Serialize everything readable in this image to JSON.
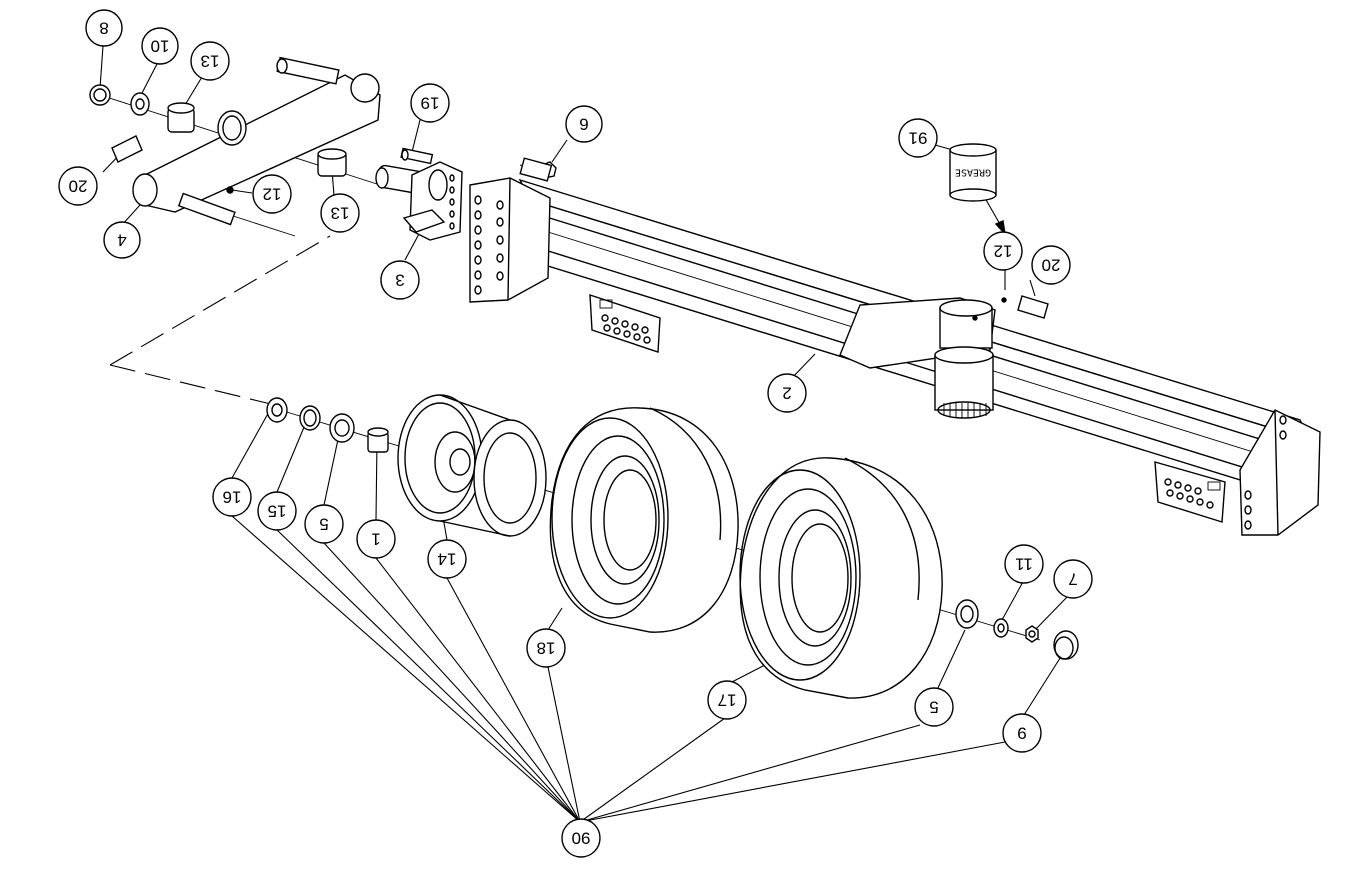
{
  "drawing": {
    "callouts": [
      {
        "id": "b-8",
        "label": "8"
      },
      {
        "id": "b-10",
        "label": "10"
      },
      {
        "id": "b-13a",
        "label": "13"
      },
      {
        "id": "b-20a",
        "label": "20"
      },
      {
        "id": "b-12a",
        "label": "12"
      },
      {
        "id": "b-13b",
        "label": "13"
      },
      {
        "id": "b-4",
        "label": "4"
      },
      {
        "id": "b-19",
        "label": "19"
      },
      {
        "id": "b-3",
        "label": "3"
      },
      {
        "id": "b-6",
        "label": "6"
      },
      {
        "id": "b-91",
        "label": "91"
      },
      {
        "id": "b-12b",
        "label": "12"
      },
      {
        "id": "b-20b",
        "label": "20"
      },
      {
        "id": "b-2",
        "label": "2"
      },
      {
        "id": "b-16",
        "label": "16"
      },
      {
        "id": "b-15",
        "label": "15"
      },
      {
        "id": "b-5a",
        "label": "5"
      },
      {
        "id": "b-1",
        "label": "1"
      },
      {
        "id": "b-14",
        "label": "14"
      },
      {
        "id": "b-18",
        "label": "18"
      },
      {
        "id": "b-17",
        "label": "17"
      },
      {
        "id": "b-11",
        "label": "11"
      },
      {
        "id": "b-7",
        "label": "7"
      },
      {
        "id": "b-5b",
        "label": "5"
      },
      {
        "id": "b-9",
        "label": "9"
      },
      {
        "id": "b-90",
        "label": "90"
      }
    ],
    "grease_label": "GREASE"
  }
}
